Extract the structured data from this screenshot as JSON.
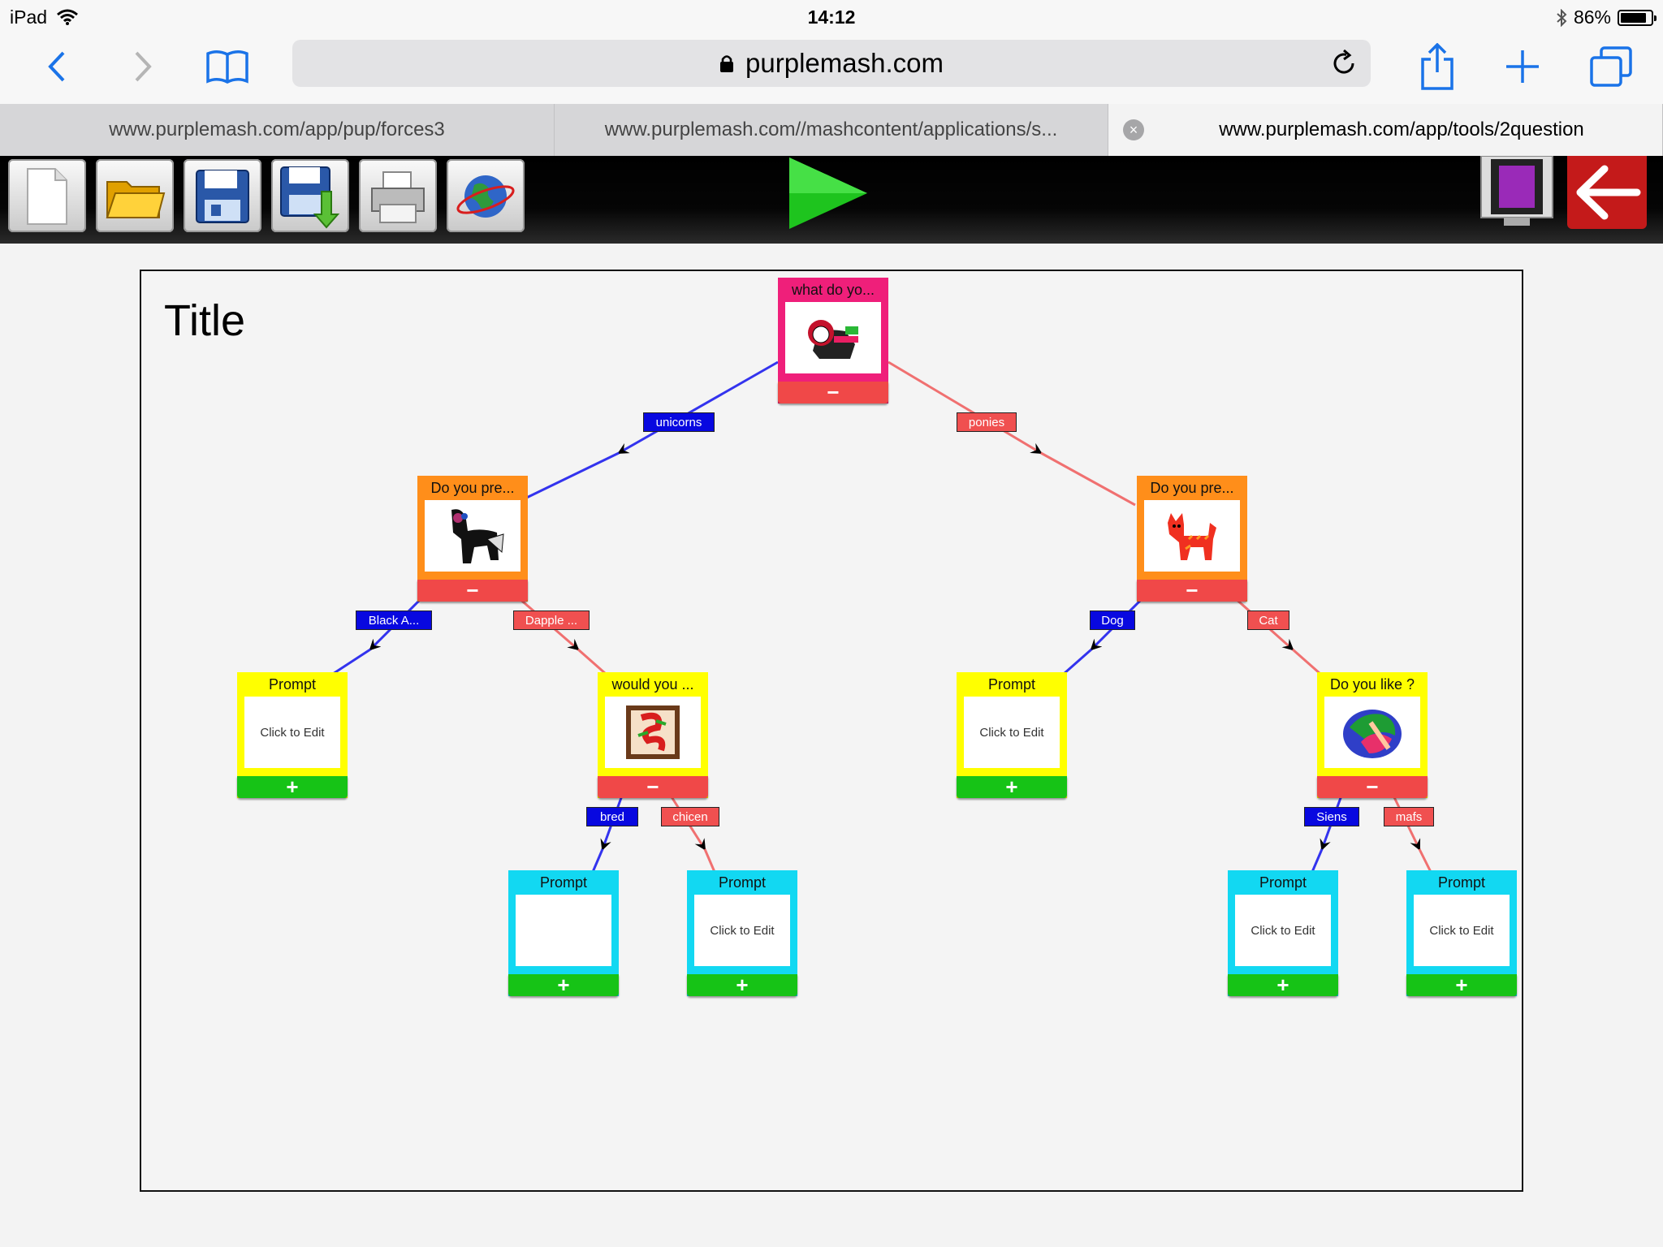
{
  "status": {
    "device": "iPad",
    "time": "14:12",
    "battery": "86%",
    "battery_level": 0.86
  },
  "browser": {
    "url": "purplemash.com",
    "tabs": [
      {
        "label": "www.purplemash.com/app/pup/forces3"
      },
      {
        "label": "www.purplemash.com//mashcontent/applications/s..."
      },
      {
        "label": "www.purplemash.com/app/tools/2question"
      }
    ],
    "close_glyph": "×"
  },
  "toolbar": {
    "icons": [
      "new-document-icon",
      "open-folder-icon",
      "save-icon",
      "save-as-icon",
      "print-icon",
      "share-globe-icon",
      "play-icon",
      "film-icon",
      "back-arrow-icon"
    ]
  },
  "canvas": {
    "title": "Title"
  },
  "tree": {
    "nodes": {
      "root": {
        "title": "what do yo...",
        "footer": "−"
      },
      "left": {
        "title": "Do you pre...",
        "footer": "−"
      },
      "right": {
        "title": "Do you pre...",
        "footer": "−"
      },
      "ll": {
        "title": "Prompt",
        "body": "Click to Edit",
        "footer": "+"
      },
      "lr": {
        "title": "would you ...",
        "footer": "−"
      },
      "rl": {
        "title": "Prompt",
        "body": "Click to Edit",
        "footer": "+"
      },
      "rr": {
        "title": "Do you like ?",
        "footer": "−"
      },
      "lrl": {
        "title": "Prompt",
        "body": "",
        "footer": "+"
      },
      "lrr": {
        "title": "Prompt",
        "body": "Click to Edit",
        "footer": "+"
      },
      "rrl": {
        "title": "Prompt",
        "body": "Click to Edit",
        "footer": "+"
      },
      "rrr": {
        "title": "Prompt",
        "body": "Click to Edit",
        "footer": "+"
      }
    },
    "edges": {
      "root_left": "unicorns",
      "root_right": "ponies",
      "left_ll": "Black A...",
      "left_lr": "Dapple ...",
      "right_rl": "Dog",
      "right_rr": "Cat",
      "lr_lrl": "bred",
      "lr_lrr": "chicen",
      "rr_rrl": "Siens",
      "rr_rrr": "mafs"
    },
    "colors": {
      "yes": "#3333ee",
      "no": "#f07070"
    }
  }
}
